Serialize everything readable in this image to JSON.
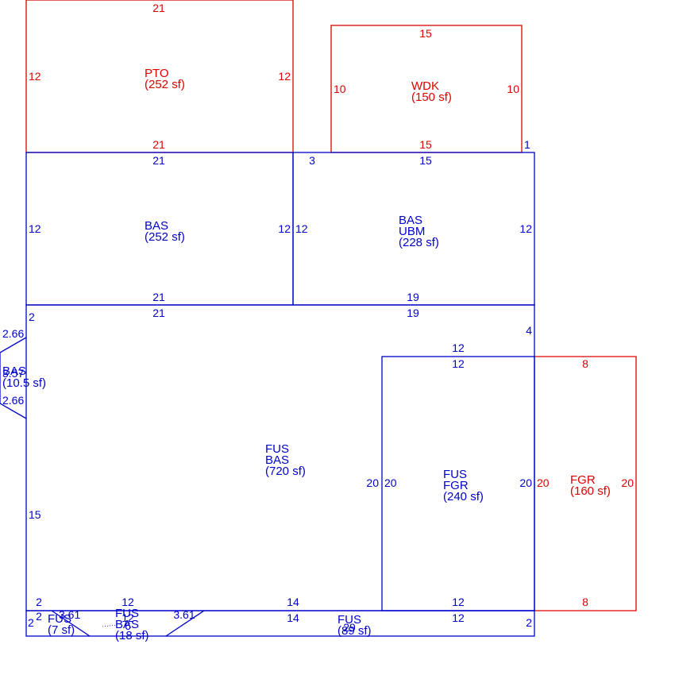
{
  "colors": {
    "existing": "#0000cc",
    "addition": "#dd0000",
    "background": "#ffffff"
  },
  "areas": {
    "pto": {
      "lines": [
        "PTO",
        "(252 sf)"
      ],
      "dims": [
        "21",
        "12",
        "12",
        "21"
      ]
    },
    "wdk": {
      "lines": [
        "WDK",
        "(150 sf)"
      ],
      "dims": [
        "15",
        "10",
        "10",
        "15",
        "1"
      ]
    },
    "bas_left": {
      "lines": [
        "BAS",
        "(252 sf)"
      ],
      "dims": [
        "21",
        "12",
        "12",
        "21"
      ]
    },
    "bas_ubm": {
      "lines": [
        "BAS",
        "UBM",
        "(228 sf)"
      ],
      "dims": [
        "3",
        "15",
        "12",
        "12",
        "19"
      ]
    },
    "fus_bas": {
      "lines": [
        "FUS",
        "BAS",
        "(720 sf)"
      ],
      "dims": [
        "2",
        "21",
        "19",
        "4",
        "15",
        "2",
        "12",
        "14"
      ]
    },
    "fus_fgr": {
      "lines": [
        "FUS",
        "FGR",
        "(240 sf)"
      ],
      "dims": [
        "12",
        "12",
        "20",
        "20",
        "20",
        "12"
      ]
    },
    "fgr": {
      "lines": [
        "FGR",
        "(160 sf)"
      ],
      "dims": [
        "8",
        "20",
        "20",
        "8"
      ]
    },
    "bay": {
      "lines": [
        "BAS",
        "(10.5 sf)"
      ],
      "dims": [
        "2.66",
        "3.57",
        "2.66"
      ]
    },
    "fus_7": {
      "lines": [
        "FUS",
        "(7 sf)"
      ],
      "dims": [
        "2",
        "3.61",
        "2"
      ]
    },
    "fus_bas_18": {
      "lines": [
        "FUS",
        "BAS",
        "(18 sf)"
      ],
      "dims": [
        "6",
        "3.61",
        "12"
      ]
    },
    "fus_89": {
      "lines": [
        "FUS",
        "(89 sf)"
      ],
      "dims": [
        "14",
        "29",
        "12",
        "2"
      ]
    }
  }
}
